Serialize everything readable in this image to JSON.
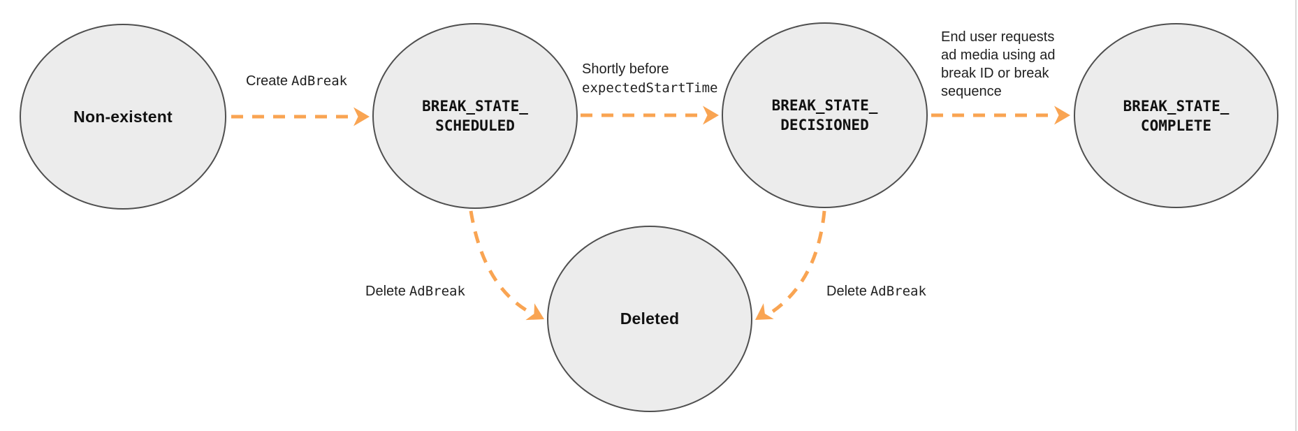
{
  "colors": {
    "accent_orange": "#F9A452",
    "node_fill": "#ececec",
    "node_border": "#4f4f4f",
    "text_color": "#1f1f1f",
    "page_edge": "#d9d9d9",
    "background": "#ffffff"
  },
  "diagram": {
    "type": "state-transition-diagram",
    "nodes": {
      "non_existent": {
        "label": "Non-existent"
      },
      "scheduled": {
        "line1": "BREAK_STATE_",
        "line2": "SCHEDULED"
      },
      "decisioned": {
        "line1": "BREAK_STATE_",
        "line2": "DECISIONED"
      },
      "complete": {
        "line1": "BREAK_STATE_",
        "line2": "COMPLETE"
      },
      "deleted": {
        "label": "Deleted"
      }
    },
    "edges": {
      "create": {
        "plain": "Create",
        "code": "AdBreak",
        "from": "non_existent",
        "to": "scheduled"
      },
      "shortly": {
        "line1_plain": "Shortly before",
        "line2_code": "expectedStartTime",
        "from": "scheduled",
        "to": "decisioned"
      },
      "end_user": {
        "text": "End user requests ad media using ad break ID or break sequence",
        "from": "decisioned",
        "to": "complete"
      },
      "delete_left": {
        "plain": "Delete",
        "code": "AdBreak",
        "from": "scheduled",
        "to": "deleted"
      },
      "delete_right": {
        "plain": "Delete",
        "code": "AdBreak",
        "from": "decisioned",
        "to": "deleted"
      }
    }
  }
}
